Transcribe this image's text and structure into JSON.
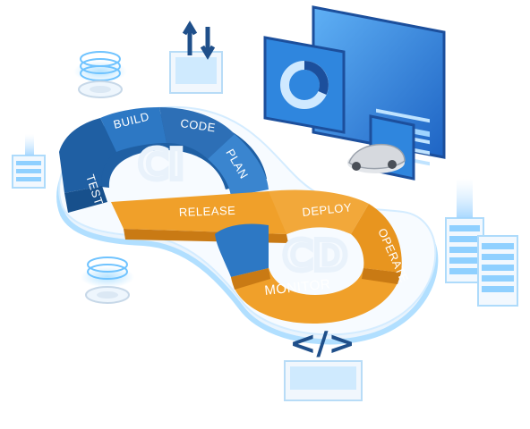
{
  "diagram": {
    "upper_loop": {
      "center_glyph": "CI",
      "stages": [
        {
          "label": "TEST"
        },
        {
          "label": "BUILD"
        },
        {
          "label": "CODE"
        },
        {
          "label": "PLAN"
        }
      ]
    },
    "lower_loop": {
      "center_glyph": "CD",
      "stages": [
        {
          "label": "RELEASE"
        },
        {
          "label": "DEPLOY"
        },
        {
          "label": "OPERATE"
        },
        {
          "label": "MONITOR"
        }
      ]
    },
    "code_icon_glyph": "</>"
  },
  "colors": {
    "blue_dark": "#1f5fa3",
    "blue_mid": "#2d78c4",
    "blue_light": "#5ea6e6",
    "orange": "#f0a02a",
    "orange_dark": "#d98718",
    "platform": "#f4f9fe",
    "glow": "#8fd0ff",
    "screen": "#3a8be0"
  },
  "icons": [
    "server-rack-icon",
    "gear-icon",
    "dashboard-monitor-icon",
    "donut-chart-icon",
    "car-icon",
    "code-tag-icon",
    "branch-icon"
  ]
}
